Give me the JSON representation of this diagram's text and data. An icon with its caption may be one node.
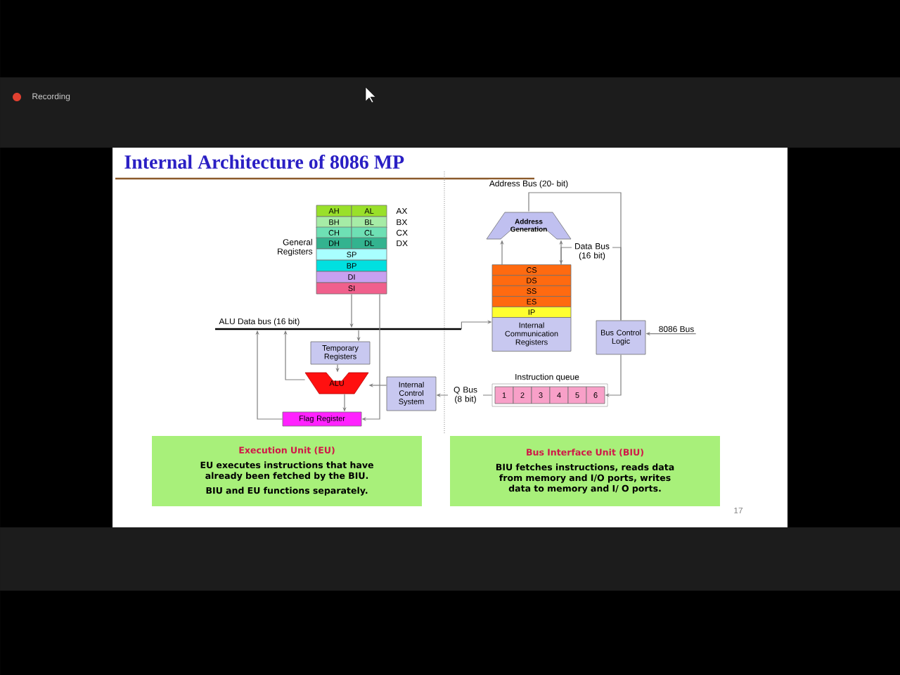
{
  "diagram": {
    "title": "Internal Architecture of 8086 MP",
    "nodes": [
      {
        "text": [
          "AH"
        ]
      },
      {
        "text": [
          "AL"
        ]
      },
      {
        "text": [
          "BH"
        ]
      },
      {
        "text": [
          "BL"
        ]
      },
      {
        "text": [
          "CH"
        ]
      },
      {
        "text": [
          "CL"
        ]
      },
      {
        "text": [
          "DH"
        ]
      },
      {
        "text": [
          "DL"
        ]
      },
      {
        "text": [
          "SP"
        ]
      },
      {
        "text": [
          "BP"
        ]
      },
      {
        "text": [
          "DI"
        ]
      },
      {
        "text": [
          "SI"
        ]
      },
      {
        "text": [],
        "shape": "bar",
        "beside": [
          "ALU Data bus (16 bit)"
        ]
      },
      {
        "text": [
          "Temporary Registers"
        ]
      },
      {
        "text": [
          "ALU"
        ]
      },
      {
        "text": [
          "Flag Register"
        ]
      },
      {
        "text": [
          "Internal Control System"
        ]
      },
      {
        "text": [
          "Instruction queue"
        ]
      },
      {
        "text": [
          "1"
        ],
        "in": 17
      },
      {
        "text": [
          "2"
        ],
        "in": 17
      },
      {
        "text": [
          "3"
        ],
        "in": 17
      },
      {
        "text": [
          "4"
        ],
        "in": 17
      },
      {
        "text": [
          "5"
        ],
        "in": 17
      },
      {
        "text": [
          "6"
        ],
        "in": 17
      },
      {
        "text": [
          "Address Generation"
        ]
      },
      {
        "text": [
          "CS"
        ]
      },
      {
        "text": [
          "DS"
        ]
      },
      {
        "text": [
          "SS"
        ]
      },
      {
        "text": [
          "ES"
        ]
      },
      {
        "text": [
          "IP"
        ]
      },
      {
        "text": [
          "Internal Communication Registers"
        ]
      },
      {
        "text": [
          "Bus Control Logic"
        ]
      },
      {
        "text": [
          "8086 Bus"
        ]
      },
      {
        "text": [
          "Execution Unit (EU)",
          "EU executes instructions that have already been fetched by the BIU.",
          "BIU and EU functions separately."
        ]
      },
      {
        "text": [
          "Bus Interface Unit (BIU)",
          "BIU fetches instructions, reads data from memory and I/O ports, writes data to memory and I/ O ports."
        ]
      }
    ],
    "edges": [
      {
        "from": 11,
        "to": 12,
        "arrow": "to"
      },
      {
        "from": 12,
        "to": 13,
        "arrow": "to"
      },
      {
        "from": 13,
        "to": 14,
        "arrow": "to"
      },
      {
        "from": 14,
        "to": 15,
        "arrow": "to"
      },
      {
        "from": 15,
        "to": 12,
        "arrow": "to"
      },
      {
        "from": 14,
        "to": 12,
        "arrow": "to"
      },
      {
        "from": 16,
        "to": 14,
        "arrow": "to"
      },
      {
        "from": 17,
        "to": 16,
        "arrow": "to",
        "label": "Q Bus (8 bit)"
      },
      {
        "from": 31,
        "to": 23,
        "arrow": "to"
      },
      {
        "from": 32,
        "to": 31,
        "arrow": "to"
      },
      {
        "from": 24,
        "to": 31,
        "arrow": "none",
        "label": "Address Bus (20- bit)"
      },
      {
        "from": 31,
        "to": 25,
        "arrow": "to",
        "label": "Data Bus (16 bit)"
      },
      {
        "from": 25,
        "to": 24,
        "arrow": "to"
      },
      {
        "from": 12,
        "to": 30,
        "arrow": "to"
      },
      {
        "from": 11,
        "to": 15,
        "arrow": "to"
      },
      {
        "from": 25,
        "to": 24,
        "arrow": "to"
      }
    ],
    "labels": [
      "Recording",
      "AX",
      "BX",
      "CX",
      "DX",
      "General Registers",
      "17"
    ]
  }
}
